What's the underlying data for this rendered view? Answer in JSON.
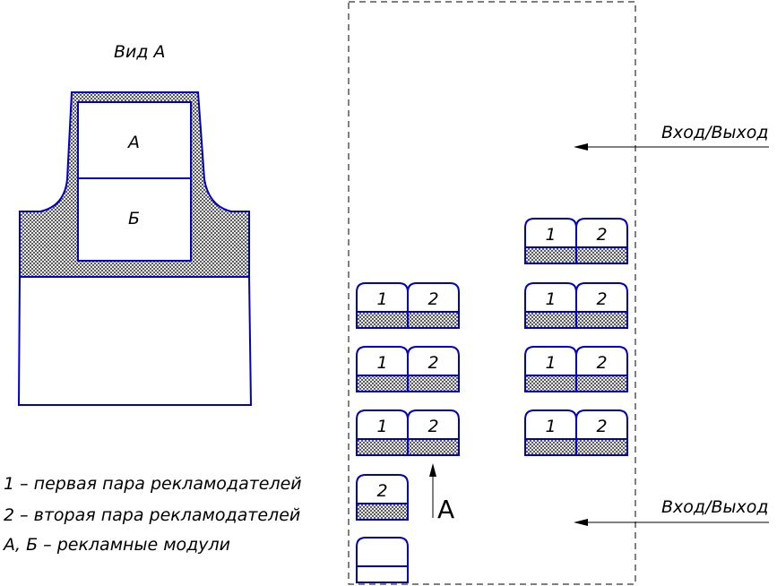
{
  "view": {
    "title": "Вид А",
    "module_top": "А",
    "module_bottom": "Б"
  },
  "legend": {
    "line1": "1 – первая пара рекламодателей",
    "line2": "2 – вторая пара рекламодателей",
    "line3": "А, Б – рекламные модули"
  },
  "entrances": {
    "top": "Вход/Выход",
    "bottom": "Вход/Выход"
  },
  "view_marker": "А",
  "seat_labels": {
    "first": "1",
    "second": "2"
  },
  "colors": {
    "outline": "#0000cc",
    "line": "#000000",
    "background": "#ffffff"
  }
}
